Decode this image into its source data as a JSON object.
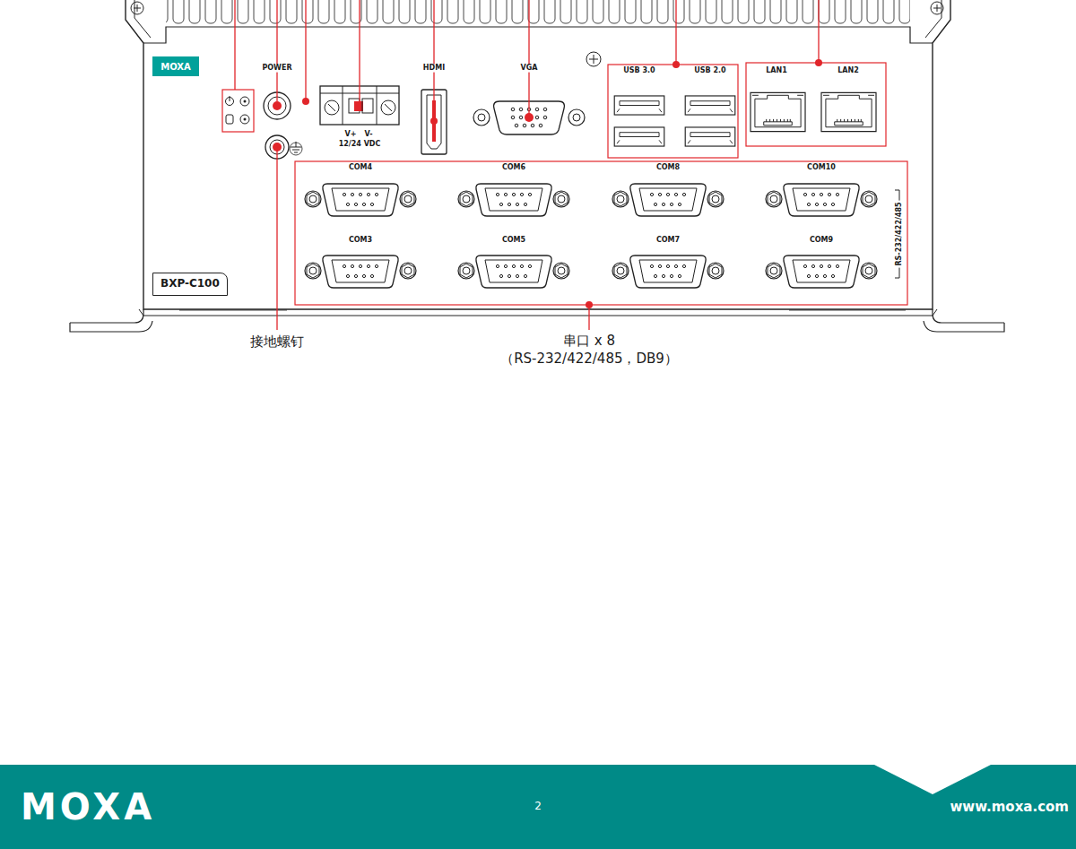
{
  "diagram": {
    "nodes": [
      {
        "text": [
          "BXP-C100"
        ]
      }
    ],
    "labels": [
      "MOXA",
      "POWER",
      "V+",
      "V-",
      "12/24 VDC",
      "HDMI",
      "VGA",
      "USB 3.0",
      "USB 2.0",
      "LAN1",
      "LAN2",
      "COM4",
      "COM6",
      "COM8",
      "COM10",
      "COM3",
      "COM5",
      "COM7",
      "COM9",
      "RS-232/422/485",
      "接地螺钉",
      "串口 x 8",
      "（RS-232/422/485，DB9）",
      "MOXA",
      "2",
      "www.moxa.com"
    ]
  }
}
